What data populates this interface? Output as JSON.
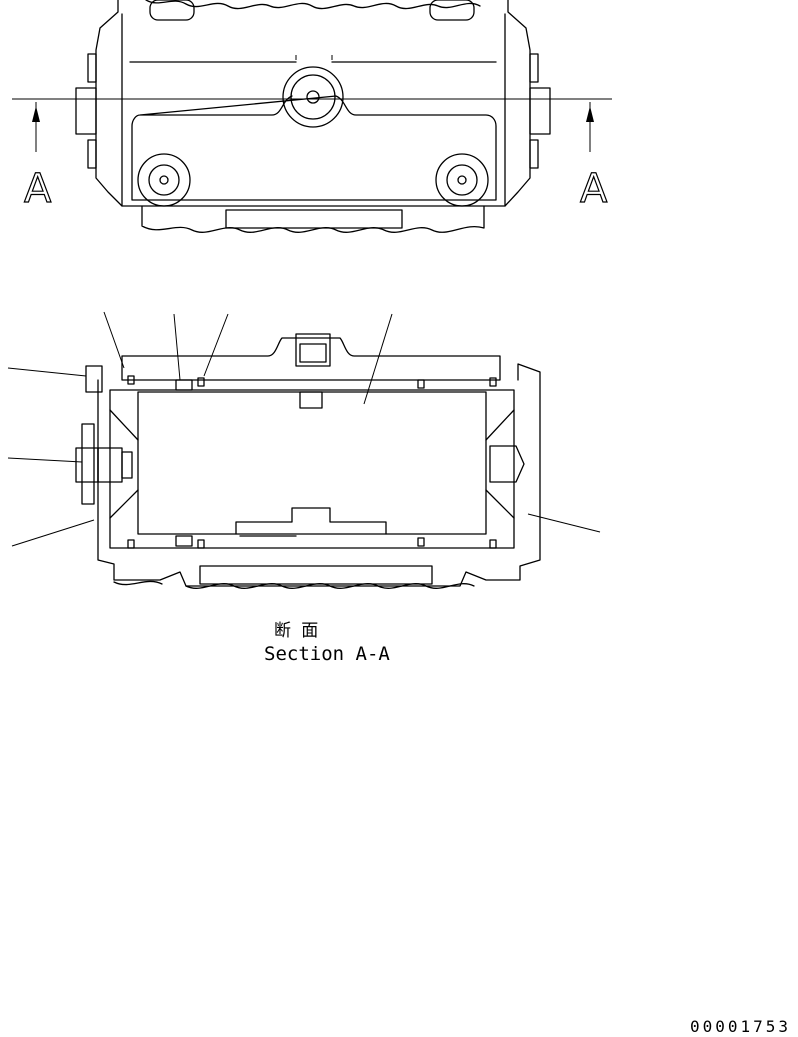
{
  "view_markers": {
    "left": "A",
    "right": "A"
  },
  "section_caption": {
    "japanese": "断 面",
    "english": "Section A-A"
  },
  "drawing_number": "00001753"
}
